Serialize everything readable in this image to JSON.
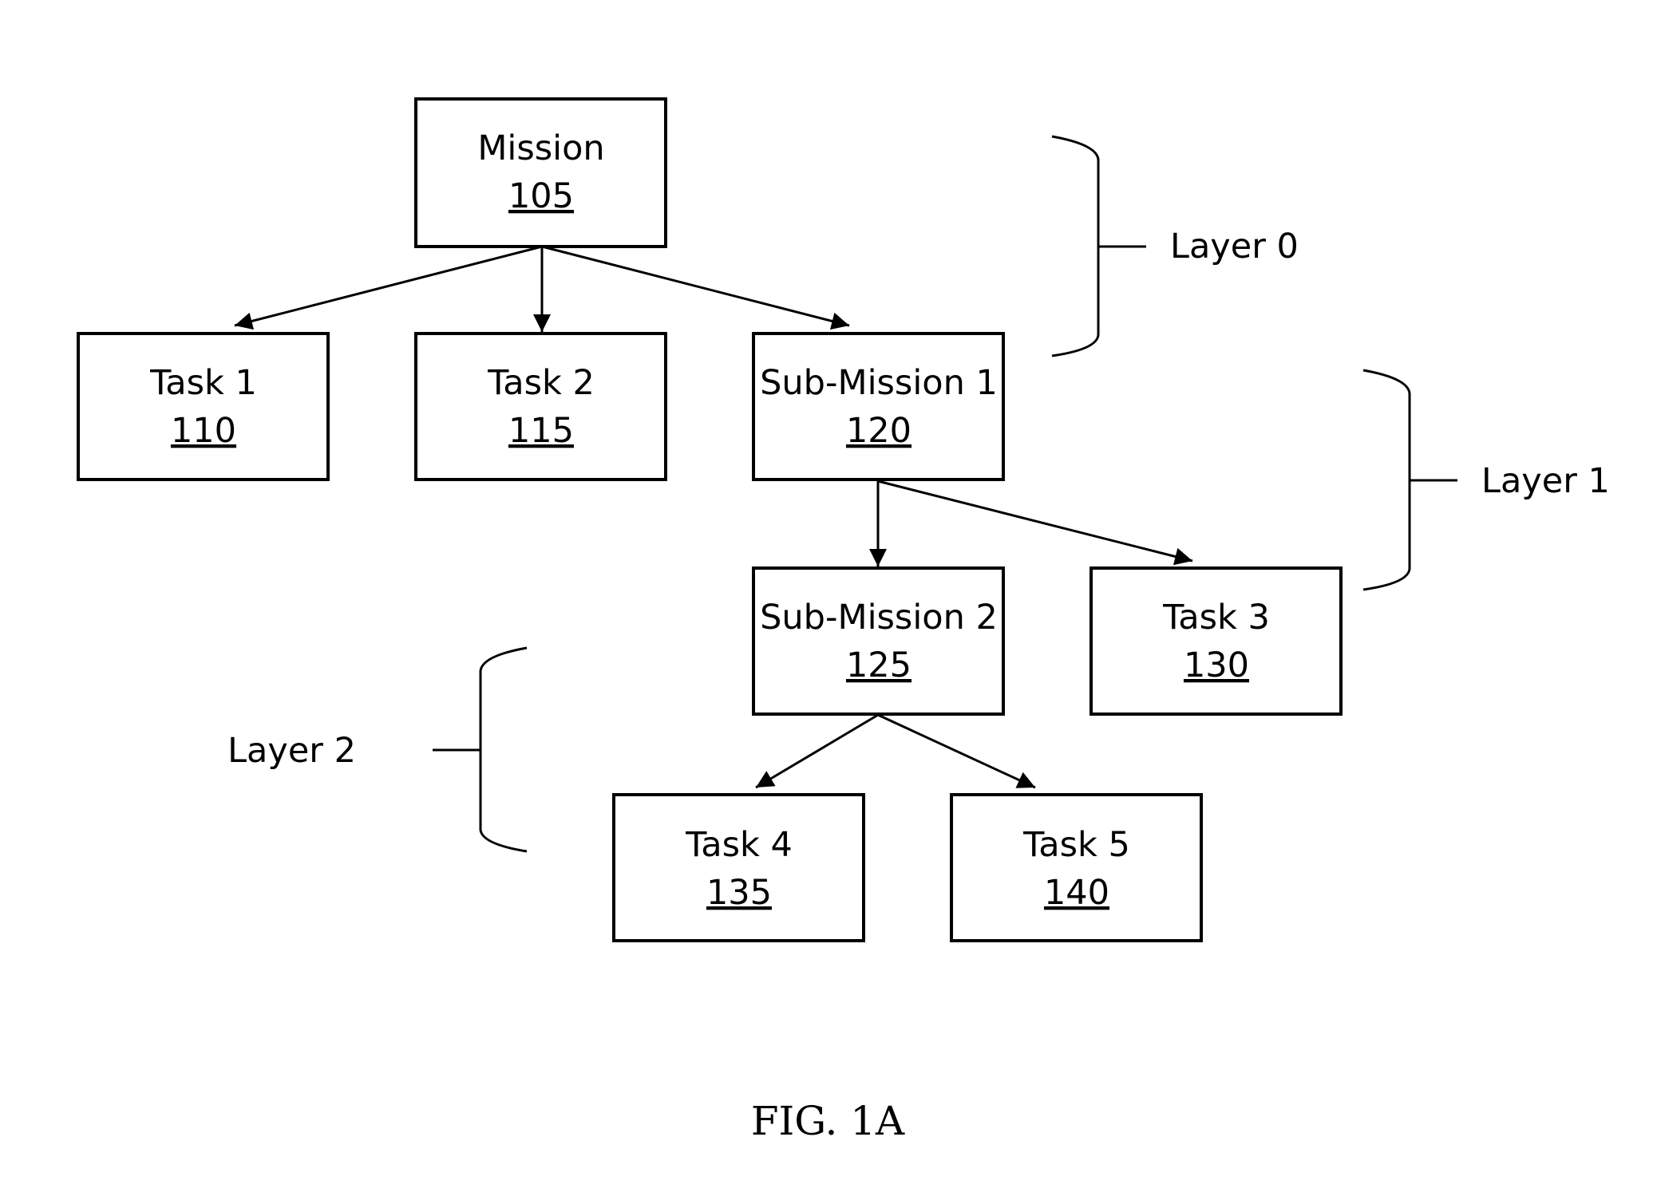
{
  "nodes": {
    "mission": {
      "title": "Mission",
      "ref": "105"
    },
    "task1": {
      "title": "Task 1",
      "ref": "110"
    },
    "task2": {
      "title": "Task 2",
      "ref": "115"
    },
    "submission1": {
      "title": "Sub-Mission 1",
      "ref": "120"
    },
    "submission2": {
      "title": "Sub-Mission 2",
      "ref": "125"
    },
    "task3": {
      "title": "Task 3",
      "ref": "130"
    },
    "task4": {
      "title": "Task 4",
      "ref": "135"
    },
    "task5": {
      "title": "Task 5",
      "ref": "140"
    }
  },
  "edges": [
    {
      "from": "mission",
      "to": "task1"
    },
    {
      "from": "mission",
      "to": "task2"
    },
    {
      "from": "mission",
      "to": "submission1"
    },
    {
      "from": "submission1",
      "to": "submission2"
    },
    {
      "from": "submission1",
      "to": "task3"
    },
    {
      "from": "submission2",
      "to": "task4"
    },
    {
      "from": "submission2",
      "to": "task5"
    }
  ],
  "layers": {
    "layer0": "Layer 0",
    "layer1": "Layer 1",
    "layer2": "Layer 2"
  },
  "caption": "FIG. 1A"
}
